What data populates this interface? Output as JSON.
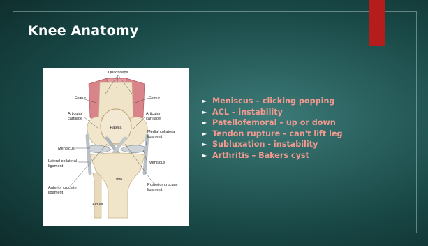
{
  "slide": {
    "title": "Knee Anatomy",
    "accent_color": "#b51d1d",
    "bullet_color": "#f09a90",
    "bullet_marker_icon": "triangle-right-icon",
    "bullets": [
      "Meniscus – clicking popping",
      "ACL – instability",
      "Patellofemoral – up or down",
      "Tendon rupture – can't lift leg",
      "Subluxation - instability",
      "Arthritis – Bakers cyst"
    ]
  },
  "diagram": {
    "labels": {
      "quadriceps": "Quadriceps",
      "femur_left": "Femur",
      "femur_right": "Femur",
      "articular_left_1": "Articular",
      "articular_left_2": "cartilage",
      "articular_right_1": "Articular",
      "articular_right_2": "cartilage",
      "patella": "Patella",
      "medial_collateral_1": "Medial collateral",
      "medial_collateral_2": "ligament",
      "meniscus_left": "Meniscus",
      "meniscus_right": "Meniscus",
      "lateral_collateral_1": "Lateral collateral",
      "lateral_collateral_2": "ligament",
      "tibia": "Tibia",
      "anterior_cruciate_1": "Anterior cruciate",
      "anterior_cruciate_2": "ligament",
      "posterior_cruciate_1": "Posterior cruciate",
      "posterior_cruciate_2": "ligament",
      "fibula": "Fibula"
    }
  }
}
